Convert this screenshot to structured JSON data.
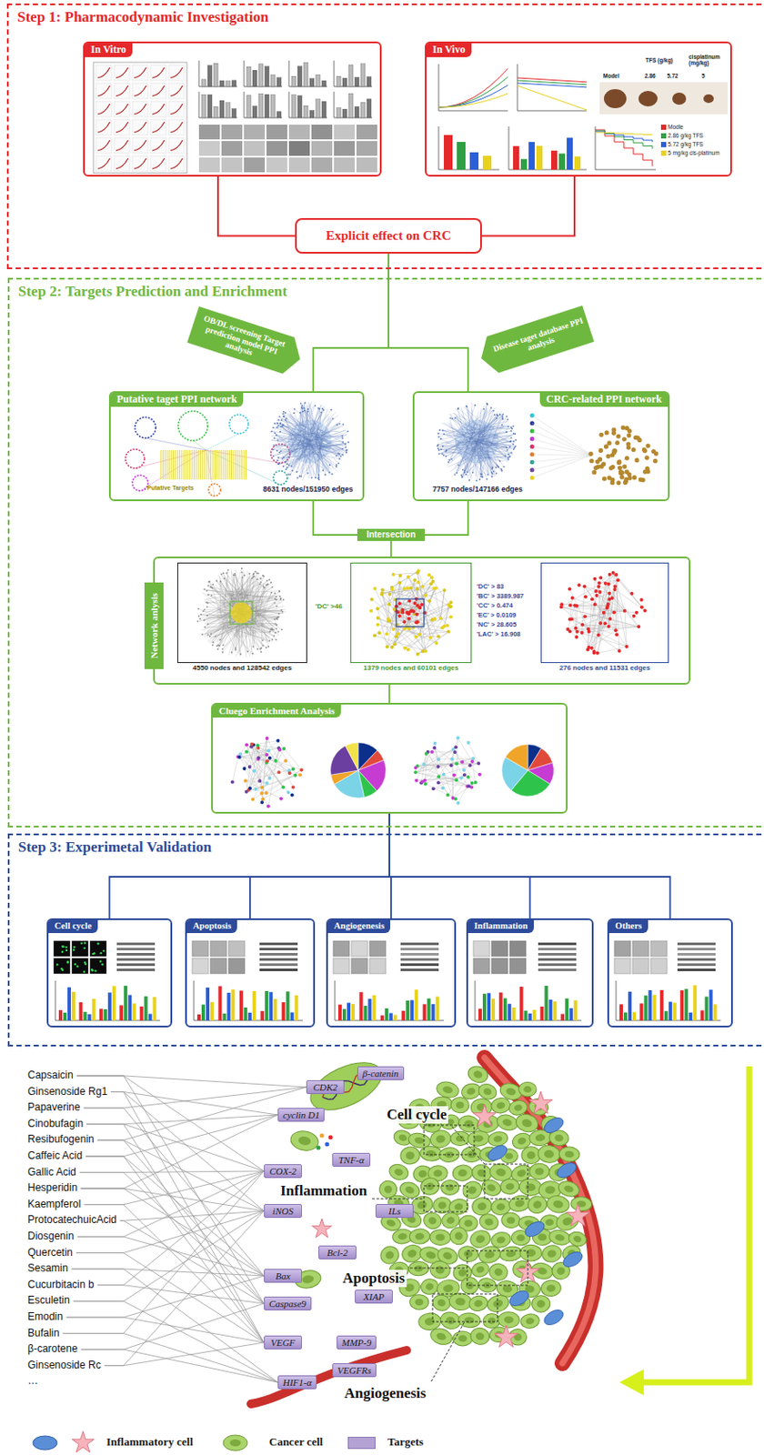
{
  "diagram": {
    "nodes": [
      {
        "text": [
          "Step 1: Pharmacodynamic Investigation"
        ]
      },
      {
        "text": [
          "In Vitro"
        ],
        "in": 0
      },
      {
        "text": [
          "In Vivo"
        ],
        "in": 0
      },
      {
        "text": [
          "Explicit effect on CRC"
        ],
        "in": 0
      },
      {
        "text": [
          "Step 2: Targets Prediction and Enrichment"
        ]
      },
      {
        "text": [
          "OB/DL screening Target prediction model PPI analysis"
        ],
        "in": 4
      },
      {
        "text": [
          "Disease taget database PPI analysis"
        ],
        "in": 4
      },
      {
        "text": [
          "Putative taget PPI network",
          "8631 nodes/151950 edges"
        ],
        "in": 4
      },
      {
        "text": [
          "CRC-related PPI network",
          "7757 nodes/147166 edges"
        ],
        "in": 4
      },
      {
        "text": [
          "Intersection"
        ],
        "in": 4
      },
      {
        "text": [
          "Network anlysis"
        ],
        "in": 4
      },
      {
        "text": [
          "4550 nodes and 128542 edges"
        ],
        "in": 10
      },
      {
        "text": [
          "1379 nodes and 60101 edges"
        ],
        "in": 10
      },
      {
        "text": [
          "276 nodes and 11531 edges"
        ],
        "in": 10
      },
      {
        "text": [
          "Cluego Enrichment Analysis"
        ],
        "in": 4
      },
      {
        "text": [
          "Step 3: Experimetal Validation"
        ]
      },
      {
        "text": [
          "Cell cycle"
        ],
        "in": 15
      },
      {
        "text": [
          "Apoptosis"
        ],
        "in": 15
      },
      {
        "text": [
          "Angiogenesis"
        ],
        "in": 15
      },
      {
        "text": [
          "Inflammation"
        ],
        "in": 15
      },
      {
        "text": [
          "Others"
        ],
        "in": 15
      },
      {
        "text": [
          "β-catenin"
        ]
      },
      {
        "text": [
          "CDK2"
        ]
      },
      {
        "text": [
          "cyclin D1"
        ]
      },
      {
        "text": [
          "COX-2"
        ]
      },
      {
        "text": [
          "TNF-α"
        ]
      },
      {
        "text": [
          "iNOS"
        ]
      },
      {
        "text": [
          "ILs"
        ]
      },
      {
        "text": [
          "Bcl-2"
        ]
      },
      {
        "text": [
          "Bax"
        ]
      },
      {
        "text": [
          "XIAP"
        ]
      },
      {
        "text": [
          "Caspase9"
        ]
      },
      {
        "text": [
          "VEGF"
        ]
      },
      {
        "text": [
          "MMP-9"
        ]
      },
      {
        "text": [
          "VEGFRs"
        ]
      },
      {
        "text": [
          "HIF1-α"
        ]
      }
    ],
    "edges": [
      {
        "from": 1,
        "to": 3,
        "arrow": "none"
      },
      {
        "from": 2,
        "to": 3,
        "arrow": "none"
      },
      {
        "from": 3,
        "to": 7,
        "arrow": "none"
      },
      {
        "from": 3,
        "to": 8,
        "arrow": "none"
      },
      {
        "from": 7,
        "to": 9,
        "arrow": "none"
      },
      {
        "from": 8,
        "to": 9,
        "arrow": "none"
      },
      {
        "from": 9,
        "to": 10,
        "arrow": "none"
      },
      {
        "from": 11,
        "to": 12,
        "label": "'DC' >46",
        "arrow": "to"
      },
      {
        "from": 12,
        "to": 13,
        "arrow": "to"
      },
      {
        "from": 10,
        "to": 14,
        "arrow": "none"
      },
      {
        "from": 14,
        "to": 16,
        "arrow": "none"
      },
      {
        "from": 14,
        "to": 17,
        "arrow": "none"
      },
      {
        "from": 14,
        "to": 18,
        "arrow": "none"
      },
      {
        "from": 14,
        "to": 19,
        "arrow": "none"
      },
      {
        "from": 14,
        "to": 20,
        "arrow": "none"
      }
    ],
    "labels": [
      "TFS (g/kg)",
      "cisplatinum (mg/kg)",
      "Model",
      "2.86",
      "5.72",
      "5",
      "Modle",
      "2.86 g/kg TFS",
      "5.72 g/kg TFS",
      "5 mg/kg cis-platinum",
      "Putative Targets",
      "'DC' > 83",
      "'BC' > 3389.987",
      "'CC' > 0.474",
      "'EC' > 0.0109",
      "'NC' > 28.605",
      "'LAC' > 16.908",
      "Capsaicin",
      "Ginsenoside Rg1",
      "Papaverine",
      "Cinobufagin",
      "Resibufogenin",
      "Caffeic Acid",
      "Gallic Acid",
      "Hesperidin",
      "Kaempferol",
      "ProtocatechuicAcid",
      "Diosgenin",
      "Quercetin",
      "Sesamin",
      "Cucurbitacin b",
      "Esculetin",
      "Emodin",
      "Bufalin",
      "β-carotene",
      "Ginsenoside Rc",
      "…",
      "Cell cycle",
      "Inflammation",
      "Apoptosis",
      "Angiogenesis"
    ],
    "legend": [
      {
        "text": "Inflammatory cell"
      },
      {
        "text": "Cancer cell"
      },
      {
        "text": "Targets",
        "color": "#b4a2d4"
      }
    ]
  }
}
